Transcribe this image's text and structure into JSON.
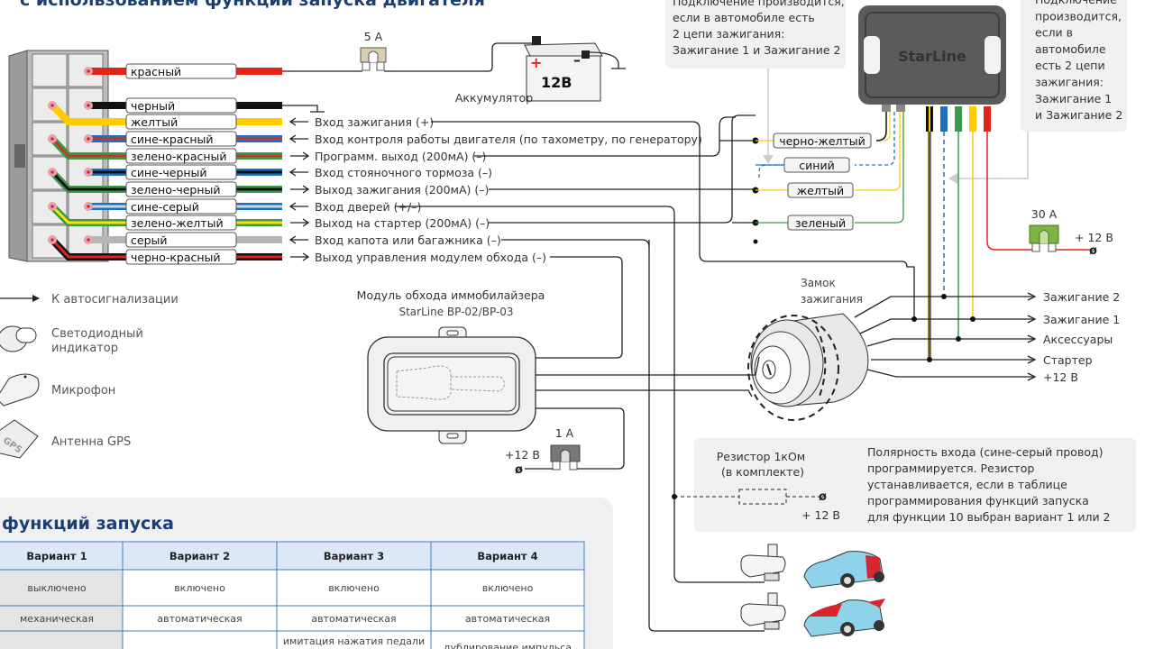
{
  "header": {
    "title": "с использованием функции запуска двигателя"
  },
  "connector": {
    "wires": [
      {
        "label": "красный",
        "colors": [
          "#e2231a"
        ],
        "direction": "",
        "function": ""
      },
      {
        "label": "черный",
        "colors": [
          "#111111"
        ],
        "direction": "",
        "function": ""
      },
      {
        "label": "желтый",
        "colors": [
          "#ffcc00"
        ],
        "direction": "in",
        "function": "Вход зажигания (+)"
      },
      {
        "label": "сине-красный",
        "colors": [
          "#1e6fc0",
          "#c0392b"
        ],
        "direction": "in",
        "function": "Вход контроля работы двигателя (по тахометру, по генератору)"
      },
      {
        "label": "зелено-красный",
        "colors": [
          "#3a9a48",
          "#c0392b"
        ],
        "direction": "out",
        "function": "Программ. выход (200мА) (–)"
      },
      {
        "label": "сине-черный",
        "colors": [
          "#1e6fc0",
          "#111111"
        ],
        "direction": "in",
        "function": "Вход стояночного тормоза (–)"
      },
      {
        "label": "зелено-черный",
        "colors": [
          "#3a9a48",
          "#111111"
        ],
        "direction": "out",
        "function": "Выход зажигания (200мА) (–)"
      },
      {
        "label": "сине-серый",
        "colors": [
          "#1e6fc0",
          "#cfd6dc"
        ],
        "direction": "in",
        "function": "Вход дверей (+/–)"
      },
      {
        "label": "зелено-желтый",
        "colors": [
          "#3a9a48",
          "#ffe000"
        ],
        "direction": "out",
        "function": "Выход на стартер (200мА) (–)"
      },
      {
        "label": "серый",
        "colors": [
          "#b5b5b5"
        ],
        "direction": "in",
        "function": "Вход капота или багажника (–)"
      },
      {
        "label": "черно-красный",
        "colors": [
          "#111111",
          "#e2231a"
        ],
        "direction": "out",
        "function": "Выход управления модулем обхода (–)"
      }
    ]
  },
  "power": {
    "fuse_main": "5 А",
    "battery_label": "Аккумулятор",
    "battery_voltage": "12В",
    "battery_plus": "+",
    "battery_minus": "–"
  },
  "notes": {
    "left_note": [
      "Подключение производится,",
      "если в автомобиле есть",
      "2 цепи зажигания:",
      "Зажигание 1 и Зажигание 2"
    ],
    "right_note": [
      "Подключение",
      "производится,",
      "если в",
      "автомобиле",
      "есть 2 цепи",
      "зажигания:",
      "Зажигание 1",
      "и Зажигание 2"
    ]
  },
  "relay_module": {
    "brand": "StarLine",
    "wires": [
      {
        "label": "черно-желтый",
        "color": "#111111"
      },
      {
        "label": "синий",
        "color": "#1e6fc0"
      },
      {
        "label": "желтый",
        "color": "#ffcc00"
      },
      {
        "label": "зеленый",
        "color": "#3a9a48"
      }
    ],
    "fuse": "30 А",
    "plus12": "+ 12 В"
  },
  "legend": [
    {
      "icon": "arrow-icon",
      "label": "К автосигнализации"
    },
    {
      "icon": "led-icon",
      "label": "Светодиодный индикатор"
    },
    {
      "icon": "microphone-icon",
      "label": "Микрофон"
    },
    {
      "icon": "gps-antenna-icon",
      "label": "Антенна GPS",
      "badge": "GPS"
    }
  ],
  "bypass": {
    "title": "Модуль обхода иммобилайзера",
    "model": "StarLine BP-02/BP-03",
    "fuse": "1 А",
    "plus12": "+12 В"
  },
  "ignition": {
    "title_line1": "Замок",
    "title_line2": "зажигания",
    "outputs": [
      "Зажигание 2",
      "Зажигание 1",
      "Аксессуары",
      "Стартер",
      "+12 В"
    ]
  },
  "resistor": {
    "title": "Резистор  1кОм",
    "subtitle": "(в комплекте)",
    "plus12": "+ 12 В",
    "note": [
      "Полярность входа (сине-серый провод)",
      "программируется. Резистор",
      "устанавливается, если в таблице",
      "программирования функций запуска",
      "для функции 10 выбран вариант 1 или 2"
    ]
  },
  "table": {
    "title": "функций запуска",
    "headers": [
      "Вариант 1",
      "Вариант 2",
      "Вариант 3",
      "Вариант 4"
    ],
    "rows": [
      [
        "выключено",
        "включено",
        "включено",
        "включено"
      ],
      [
        "механическая",
        "автоматическая",
        "автоматическая",
        "автоматическая"
      ],
      [
        "",
        "",
        "имитация нажатия педали",
        "дублирование импульса"
      ]
    ]
  },
  "colors": {
    "title": "#1b3f73",
    "panel": "#f0f0f0",
    "table_header": "#dce8f5",
    "table_border": "#3c7fbf",
    "car": "#8fd3ea",
    "car_highlight": "#d8262f"
  }
}
